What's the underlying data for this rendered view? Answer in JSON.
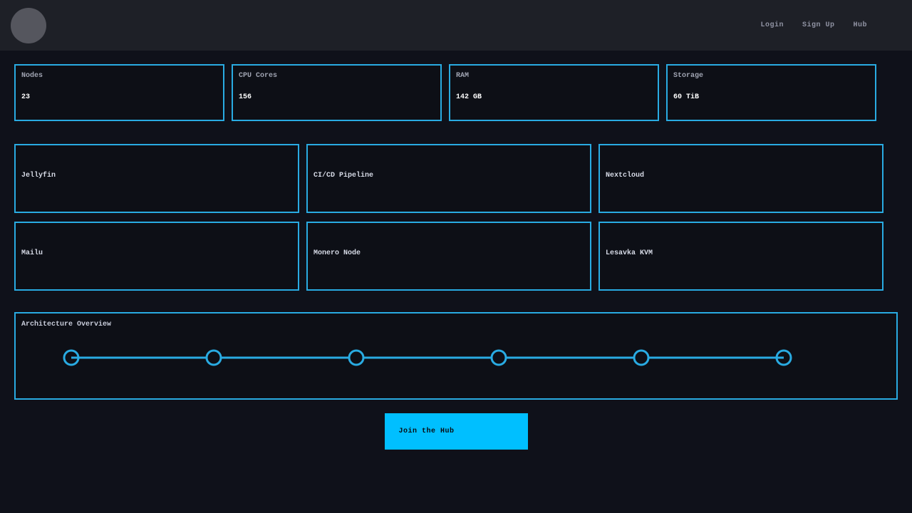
{
  "navbar": {
    "links": [
      {
        "label": "Login"
      },
      {
        "label": "Sign Up"
      },
      {
        "label": "Hub"
      }
    ]
  },
  "stats": {
    "cards": [
      {
        "label": "Nodes",
        "value": "23"
      },
      {
        "label": "CPU Cores",
        "value": "156"
      },
      {
        "label": "RAM",
        "value": "142 GB"
      },
      {
        "label": "Storage",
        "value": "60 TiB"
      }
    ]
  },
  "services": {
    "cards": [
      {
        "title": "Jellyfin"
      },
      {
        "title": "CI/CD Pipeline"
      },
      {
        "title": "Nextcloud"
      },
      {
        "title": "Mailu"
      },
      {
        "title": "Monero Node"
      },
      {
        "title": "Lesavka KVM"
      }
    ]
  },
  "architecture": {
    "title": "Architecture Overview",
    "node_count": 6
  },
  "cta": {
    "label": "Join the Hub"
  },
  "colors": {
    "page_bg": "#0F111A",
    "navbar_bg": "#1E2027",
    "card_bg": "#0D0F16",
    "accent_border": "#29ABE2",
    "accent_button": "#00BFFF"
  }
}
